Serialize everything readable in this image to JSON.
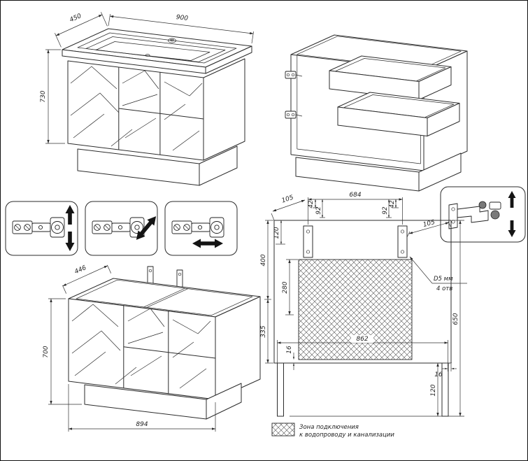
{
  "drawing": {
    "line_color": "#2b2b2b",
    "bg_color": "#ffffff"
  },
  "front_view": {
    "depth": "450",
    "width": "900",
    "height": "730"
  },
  "no_top_view": {
    "depth": "446",
    "height": "700",
    "width": "894"
  },
  "wall_diagram": {
    "rail_span": "684",
    "offset_left": "105",
    "offset_right": "105",
    "hole_top_left": "42",
    "hole_bottom_left": "92",
    "hole_top_right": "92",
    "hole_bottom_right": "42",
    "rail_top": "120",
    "upper_section": "400",
    "zone_height": "280",
    "lower_section": "335",
    "zone_gap": "16",
    "bottom_width": "862",
    "edge_gap": "16",
    "total_height": "650",
    "leg_height": "120",
    "note_line1": "D5 мм",
    "note_line2": "4 отв"
  },
  "legend": {
    "line1": "Зона подключения",
    "line2": "к водопроводу и канализации"
  }
}
